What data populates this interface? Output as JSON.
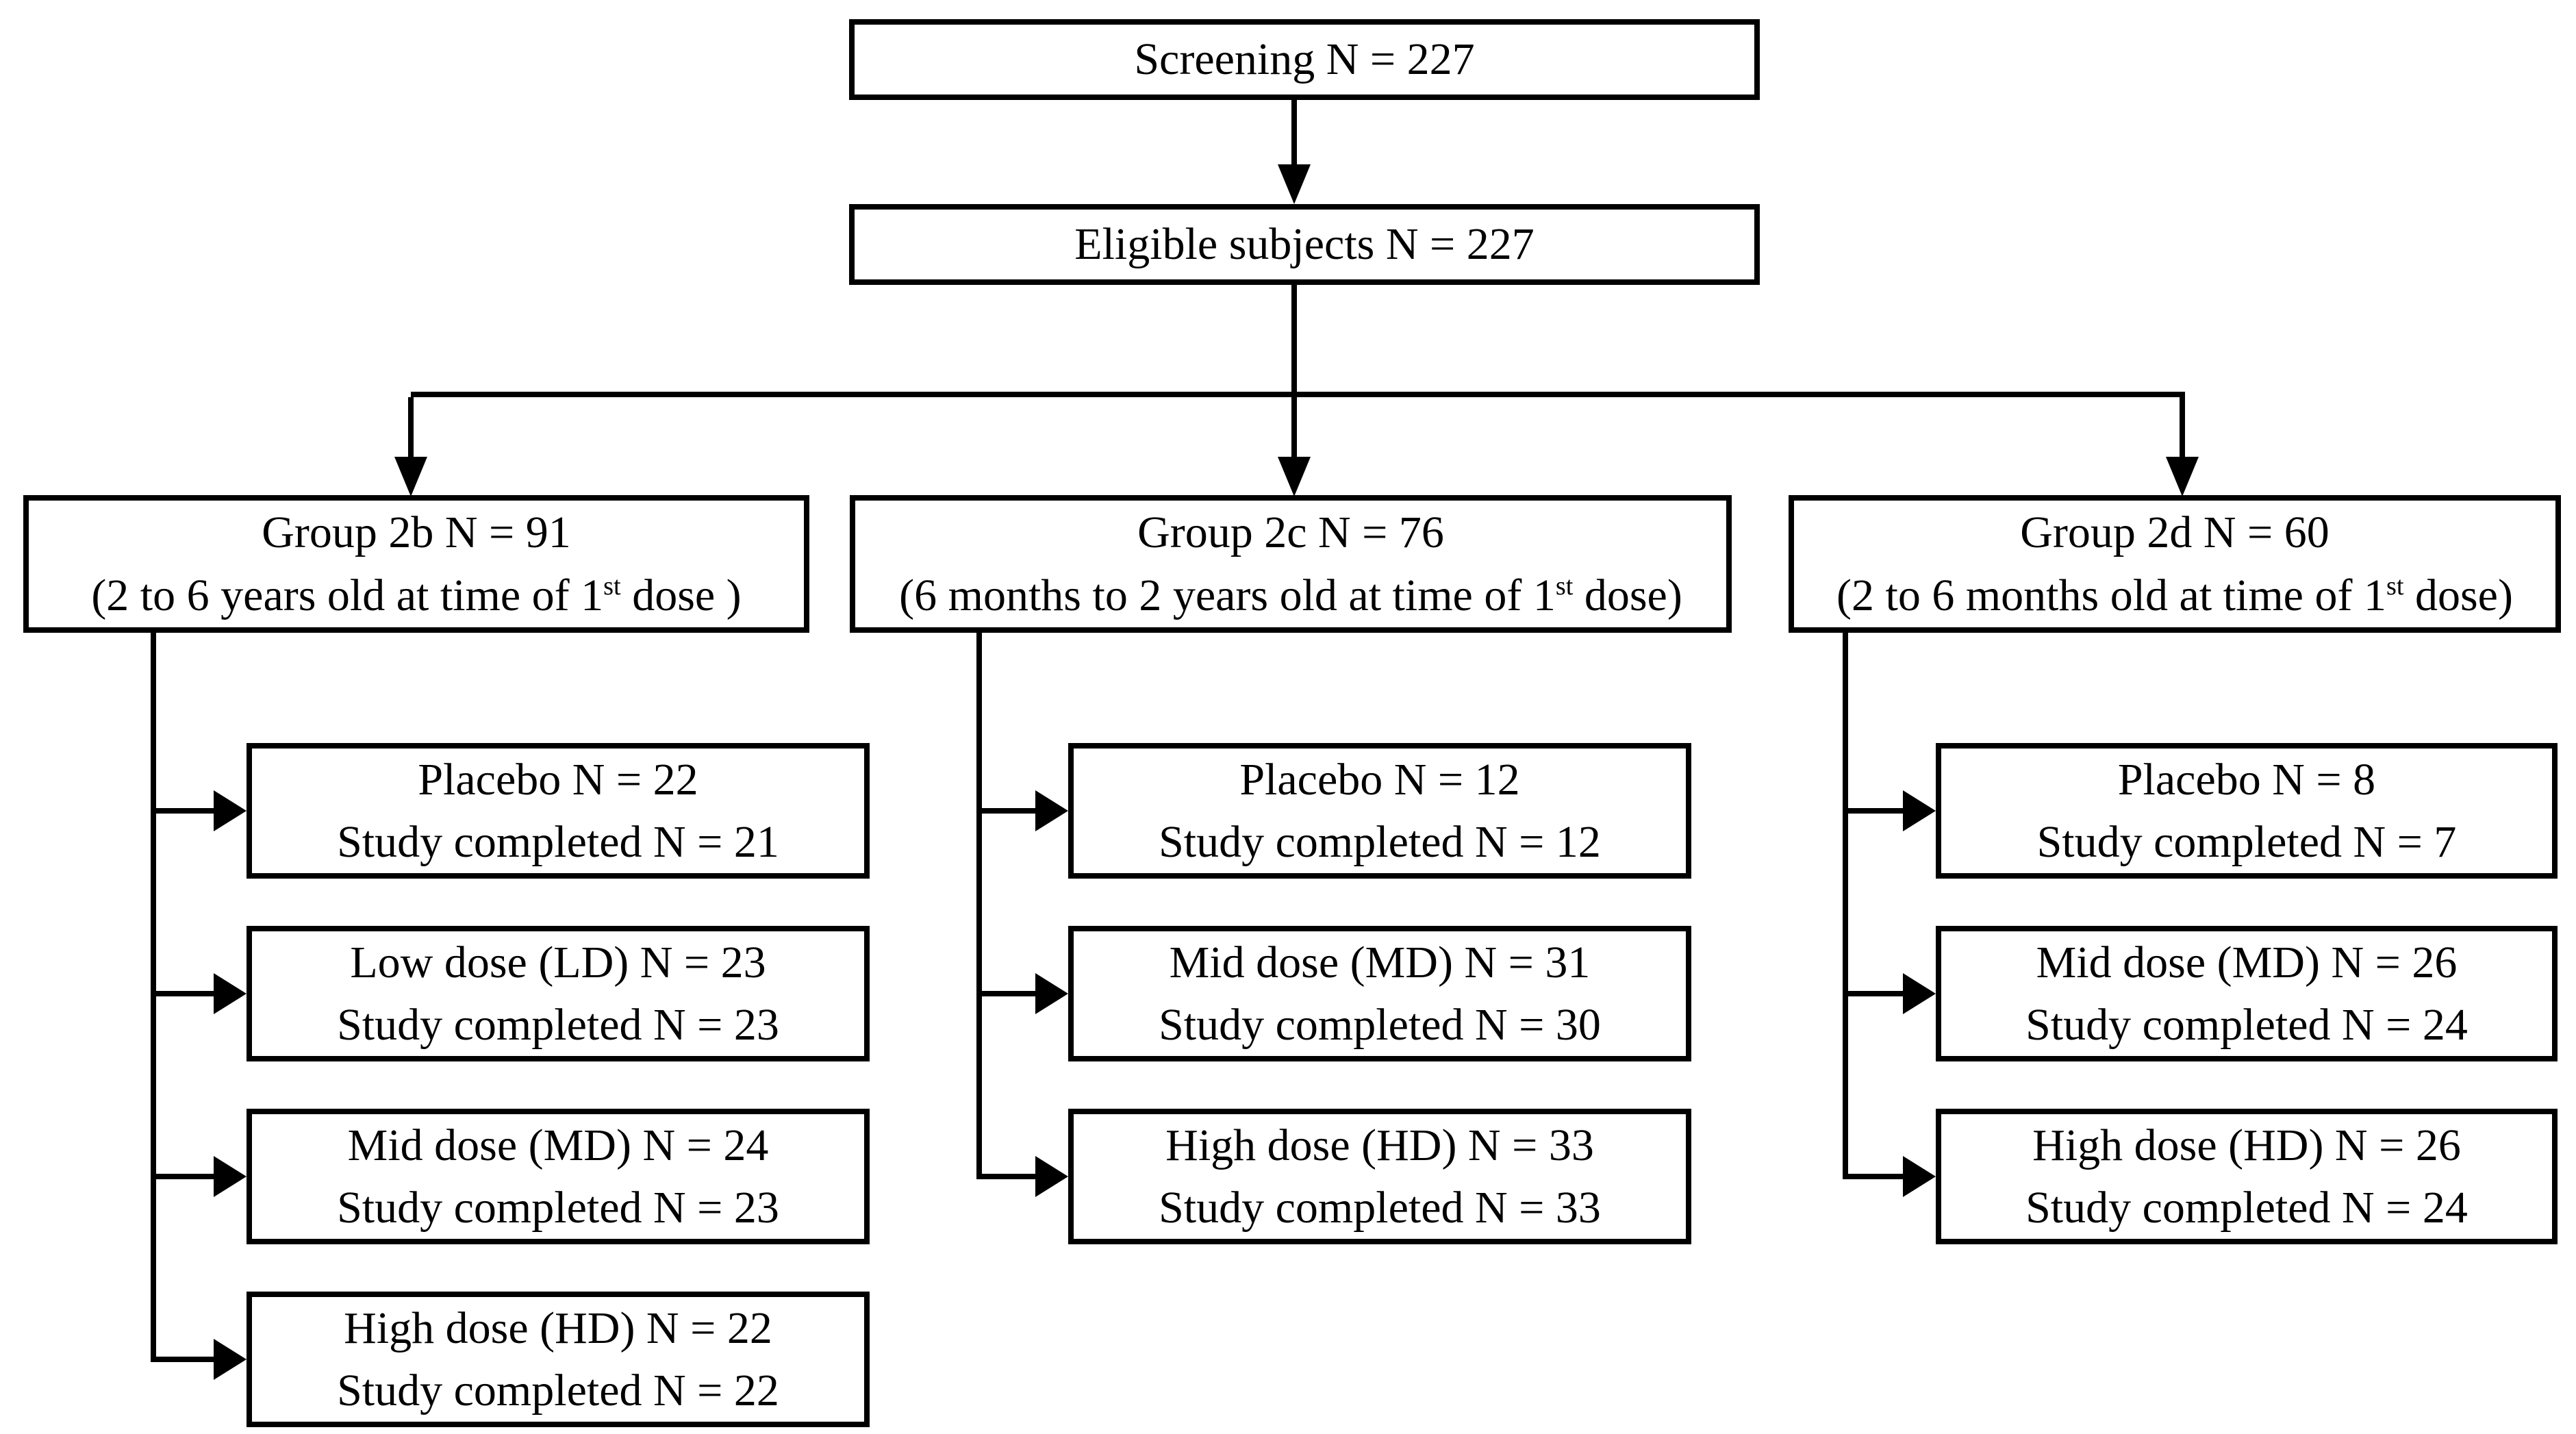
{
  "colors": {
    "line": "#000000",
    "box_background": "#ffffff",
    "text": "#000000"
  },
  "diagram": {
    "screening_label": "Screening N = 227",
    "eligible_label": "Eligible subjects N = 227",
    "groups": [
      {
        "title": "Group 2b N = 91",
        "criteria_pre": "(2 to 6 years old at time of 1",
        "criteria_sup": "st",
        "criteria_post": " dose )",
        "arms": [
          {
            "assignment": "Placebo N = 22",
            "completion": "Study completed N = 21"
          },
          {
            "assignment": "Low dose (LD) N = 23",
            "completion": "Study completed N = 23"
          },
          {
            "assignment": "Mid dose (MD) N = 24",
            "completion": "Study completed N = 23"
          },
          {
            "assignment": "High dose (HD) N = 22",
            "completion": "Study completed N = 22"
          }
        ]
      },
      {
        "title": "Group 2c N = 76",
        "criteria_pre": "(6 months to 2 years old at time of 1",
        "criteria_sup": "st",
        "criteria_post": " dose)",
        "arms": [
          {
            "assignment": "Placebo N = 12",
            "completion": "Study completed N = 12"
          },
          {
            "assignment": "Mid dose (MD) N = 31",
            "completion": "Study completed N = 30"
          },
          {
            "assignment": "High dose (HD) N = 33",
            "completion": "Study completed N = 33"
          }
        ]
      },
      {
        "title": "Group 2d N = 60",
        "criteria_pre": "(2 to 6 months old at time of 1",
        "criteria_sup": "st",
        "criteria_post": " dose)",
        "arms": [
          {
            "assignment": "Placebo N = 8",
            "completion": "Study completed N = 7"
          },
          {
            "assignment": "Mid dose (MD) N = 26",
            "completion": "Study completed N = 24"
          },
          {
            "assignment": "High dose (HD) N = 26",
            "completion": "Study completed N = 24"
          }
        ]
      }
    ]
  }
}
